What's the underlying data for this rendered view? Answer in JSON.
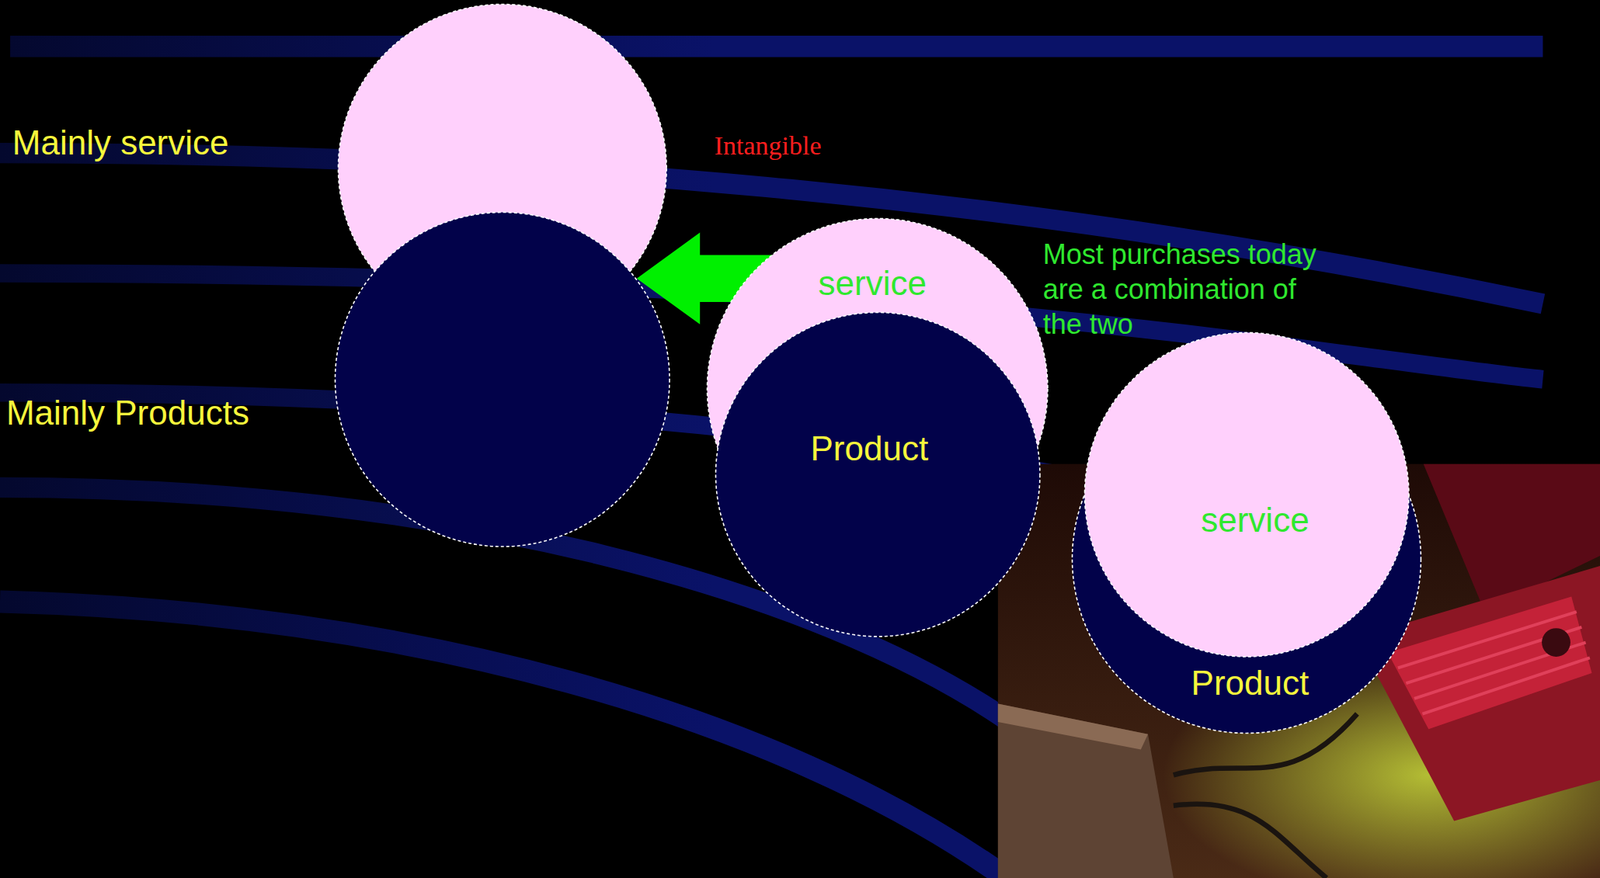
{
  "diagram": {
    "nodes": [
      {
        "text": [
          "Mainly service"
        ]
      },
      {
        "text": [
          "Mainly Products"
        ]
      },
      {
        "text": [
          "service"
        ]
      },
      {
        "text": [
          "Product"
        ]
      },
      {
        "text": [
          "service"
        ]
      },
      {
        "text": [
          "Product"
        ]
      }
    ],
    "edges": [
      {
        "from": 2,
        "to": 1,
        "arrow": "to"
      }
    ],
    "labels": [
      "Intangible",
      "Most purchases today are a combination of the two"
    ]
  }
}
